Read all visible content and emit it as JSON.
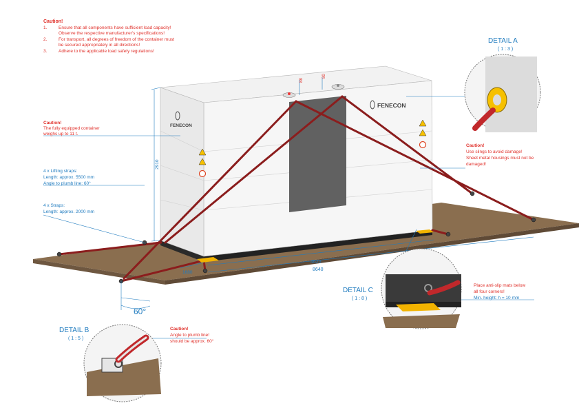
{
  "top_caution": {
    "title": "Caution!",
    "lines": [
      {
        "num": "1.",
        "text": "Ensure that all components have sufficient load capacity!"
      },
      {
        "num": "",
        "text": "Observe the respective manufacturer's specifications!"
      },
      {
        "num": "2.",
        "text": "For transport, all degrees of freedom of the container must"
      },
      {
        "num": "",
        "text": "be secured appropriately in all directions!"
      },
      {
        "num": "3.",
        "text": "Adhere to the applicable load safety regulations!"
      }
    ]
  },
  "weight_caution": {
    "title": "Caution!",
    "lines": [
      "The fully equipped container",
      "weighs up to 11 t."
    ]
  },
  "lifting_straps": {
    "lines": [
      "4 x Lifting straps:",
      "Length: approx. 5500 mm",
      "Angle to plumb line: 60°"
    ]
  },
  "straps": {
    "lines": [
      "4 x Straps:",
      "Length: approx. 2000 mm"
    ]
  },
  "slings_caution": {
    "title": "Caution!",
    "lines": [
      "Use slings to avoid damage!",
      "Sheet metal housings must not be",
      "damaged!"
    ]
  },
  "detail_a": {
    "title": "DETAIL A",
    "scale": "( 1 : 3 )"
  },
  "detail_b": {
    "title": "DETAIL B",
    "scale": "( 1 : 5 )"
  },
  "detail_c": {
    "title": "DETAIL C",
    "scale": "( 1 : 8 )"
  },
  "detail_b_caution": {
    "title": "Caution!",
    "lines": [
      "Angle to plumb line!",
      "should be approx. 60°"
    ]
  },
  "detail_c_note": {
    "lines": [
      "Place anti-slip mats below",
      "all four corners!",
      "Min. height: h = 10 mm"
    ]
  },
  "dimensions": {
    "height": "2910",
    "width": "4620",
    "length": "8640",
    "depth": "1680",
    "top_left": "88",
    "top_right": "80"
  },
  "angle_label": "60°",
  "brand": "FENECON",
  "colors": {
    "red_text": "#e0312b",
    "blue_text": "#1f7bbf",
    "strap": "#8b1d1d",
    "floor": "#8a6e4f"
  }
}
